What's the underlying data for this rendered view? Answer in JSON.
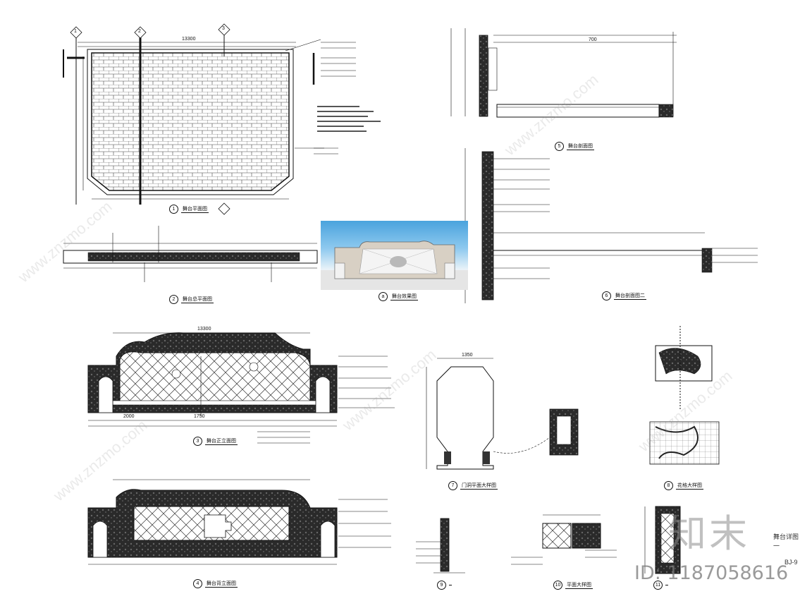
{
  "sheet": {
    "title": "舞台详图一",
    "drawing_code": "BJ-9"
  },
  "views": [
    {
      "no": "1",
      "name": "舞台平面图"
    },
    {
      "no": "2",
      "name": "舞台总平面图"
    },
    {
      "no": "3",
      "name": "舞台正立面图"
    },
    {
      "no": "4",
      "name": "舞台背立面图"
    },
    {
      "no": "5",
      "name": "舞台剖面图"
    },
    {
      "no": "6",
      "name": "舞台剖面图二"
    },
    {
      "no": "7",
      "name": "门洞平面大样图"
    },
    {
      "no": "8",
      "name": "花格大样图"
    },
    {
      "no": "9",
      "name": ""
    },
    {
      "no": "10",
      "name": "平面大样图"
    },
    {
      "no": "11",
      "name": ""
    },
    {
      "no": "a",
      "name": "舞台效果图"
    }
  ],
  "axis_markers": [
    "1",
    "2",
    "3"
  ],
  "dimensions": {
    "plan_total": "13300",
    "elev_total": "13300",
    "front_mid": "1750",
    "front_side": "2000",
    "door_w": "1350",
    "section_span": "700"
  },
  "watermark": {
    "site_text": "www.znzmo.com",
    "brand": "知末",
    "id_label": "ID: 1187058616"
  }
}
